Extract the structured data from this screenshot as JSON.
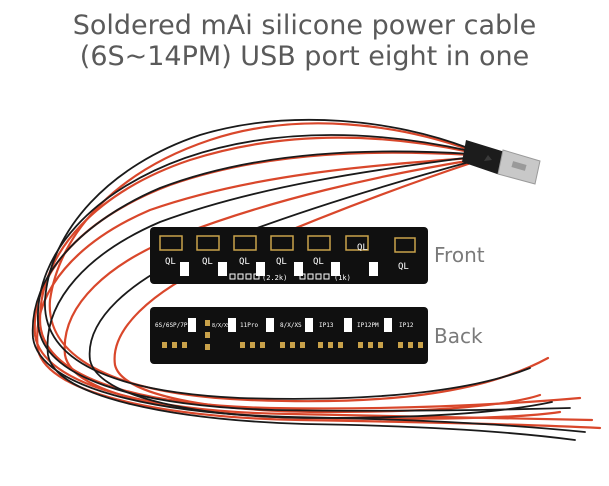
{
  "heading": {
    "line1": "Soldered mAi silicone power cable",
    "line2": "(6S~14PM) USB port eight in one"
  },
  "boards": {
    "front_label": "Front",
    "back_label": "Back",
    "front_marks": [
      "QL",
      "QL",
      "QL",
      "QL",
      "QL",
      "QL",
      "QL"
    ],
    "front_resistor_labels": [
      "(2.2k)",
      "(1k)"
    ],
    "back_marks": [
      "6S/6SP/7P",
      "8/X/XS",
      "11Pro",
      "8/X/XS",
      "IP13",
      "IP12PM",
      "IP12"
    ]
  },
  "colors": {
    "pcb": "#101010",
    "gold": "#c9a24a",
    "wire_red": "#d9472b",
    "wire_black": "#1a1a1a",
    "usb_body": "#1c1c1c",
    "usb_metal": "#c8c8c8"
  }
}
